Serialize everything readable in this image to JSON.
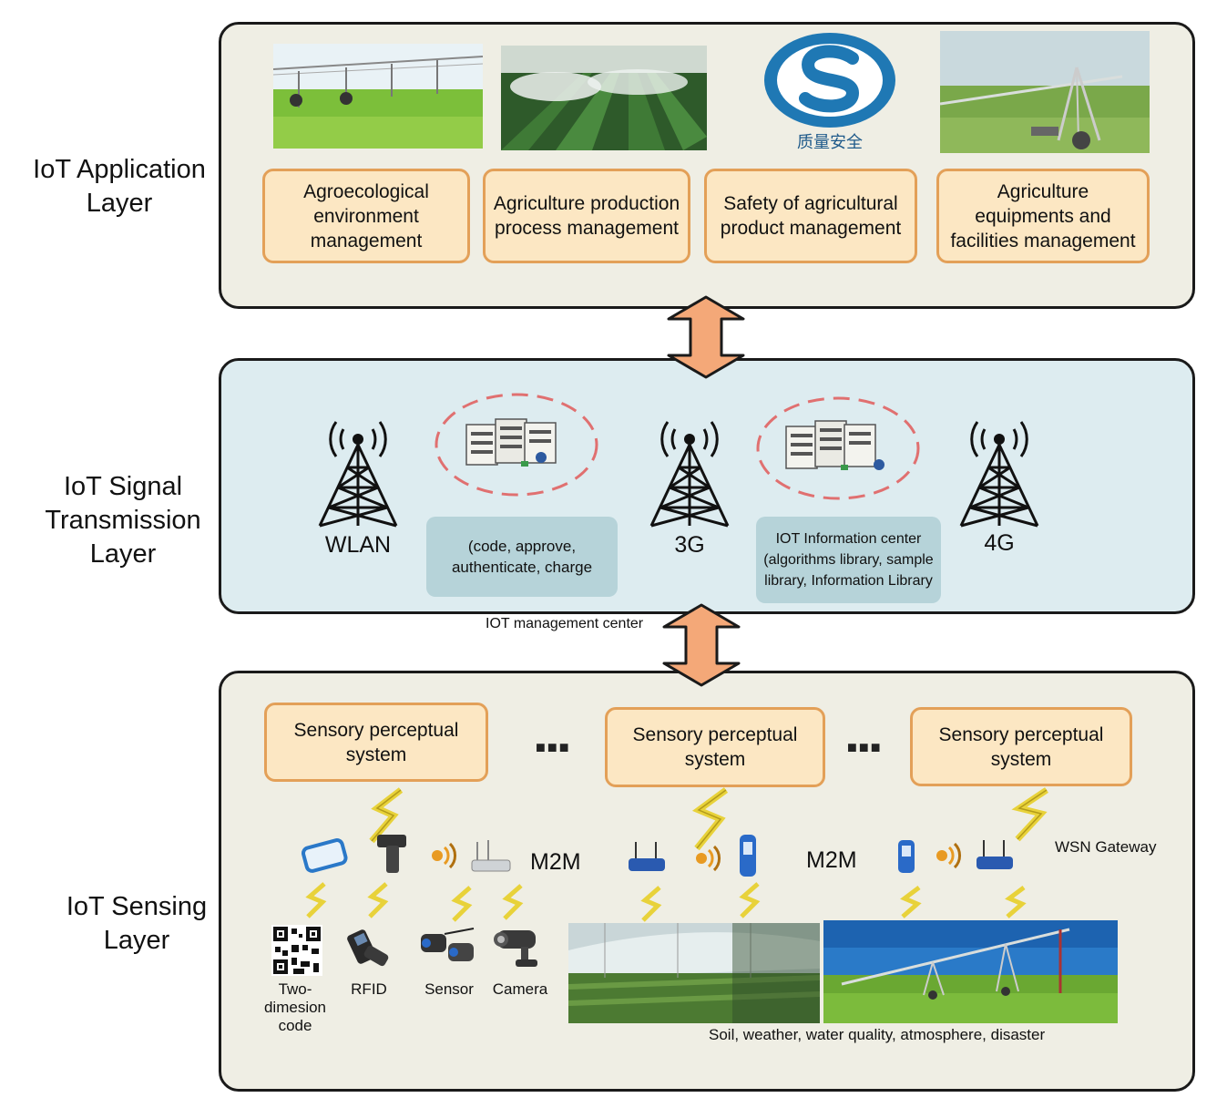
{
  "layers": {
    "application": "IoT Application Layer",
    "signal": "IoT Signal Transmission Layer",
    "sensing": "IoT Sensing Layer"
  },
  "application": {
    "boxes": [
      "Agroecological environment management",
      "Agriculture production process management",
      "Safety of agricultural product management",
      "Agriculture equipments and facilities management"
    ],
    "logo_caption": "质量安全"
  },
  "signal": {
    "networks": [
      "WLAN",
      "3G",
      "4G"
    ],
    "management_box": "(code, approve, authenticate, charge",
    "info_box": "IOT Information center (algorithms library, sample library, Information Library",
    "management_label": "IOT management center"
  },
  "sensing": {
    "systems": [
      "Sensory perceptual system",
      "Sensory perceptual system",
      "Sensory perceptual system"
    ],
    "ellipsis": "■■■",
    "m2m": [
      "M2M",
      "M2M"
    ],
    "wsn_gateway": "WSN Gateway",
    "devices": [
      "Two-dimesion code",
      "RFID",
      "Sensor",
      "Camera"
    ],
    "environment": "Soil, weather, water quality, atmosphere, disaster"
  },
  "colors": {
    "app_bg": "#efeee4",
    "signal_bg": "#ddecf0",
    "box_fill": "#fce7c3",
    "box_border": "#e3a058",
    "arrow_fill": "#f4a878",
    "info_fill": "#b6d3d9",
    "lightning": "#e8d23a",
    "dashed_ring": "#e07070"
  },
  "icons": [
    "antenna-tower-icon",
    "server-cluster-icon",
    "lightning-icon",
    "router-icon",
    "rfid-reader-icon",
    "signal-wave-icon",
    "qr-code-icon",
    "sensor-icon",
    "camera-icon"
  ]
}
